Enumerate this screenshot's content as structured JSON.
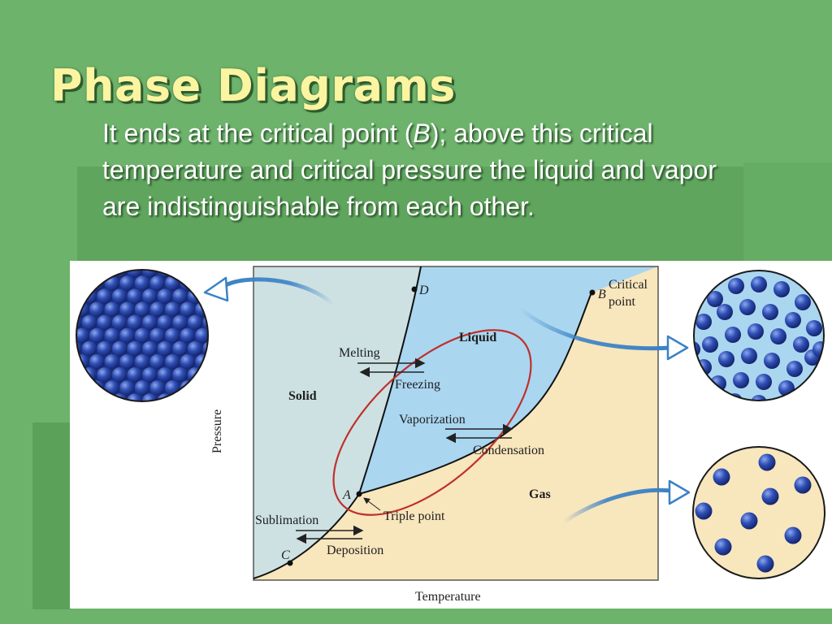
{
  "slide": {
    "title": "Phase Diagrams",
    "body": {
      "pre": "It ends at the critical point (",
      "point": "B",
      "post": "); above this critical temperature and critical pressure the liquid and vapor are indistinguishable from each other."
    }
  },
  "diagram": {
    "axes": {
      "x": "Temperature",
      "y": "Pressure"
    },
    "regions": {
      "solid": "Solid",
      "liquid": "Liquid",
      "gas": "Gas"
    },
    "points": {
      "A": "A",
      "B": "B",
      "C": "C",
      "D": "D",
      "critical_line1": "Critical",
      "critical_line2": "point",
      "triple": "Triple point"
    },
    "processes": {
      "melting": "Melting",
      "freezing": "Freezing",
      "vaporization": "Vaporization",
      "condensation": "Condensation",
      "sublimation": "Sublimation",
      "deposition": "Deposition"
    },
    "colors": {
      "solid": "#cde1e3",
      "liquid": "#aad6f0",
      "gas": "#f8e6bd",
      "sphere": "#233f9e",
      "arrow": "#3b82c4",
      "ellipse": "#c0302b",
      "slide_bg": "#6db36b",
      "title": "#fbf4a0"
    }
  }
}
